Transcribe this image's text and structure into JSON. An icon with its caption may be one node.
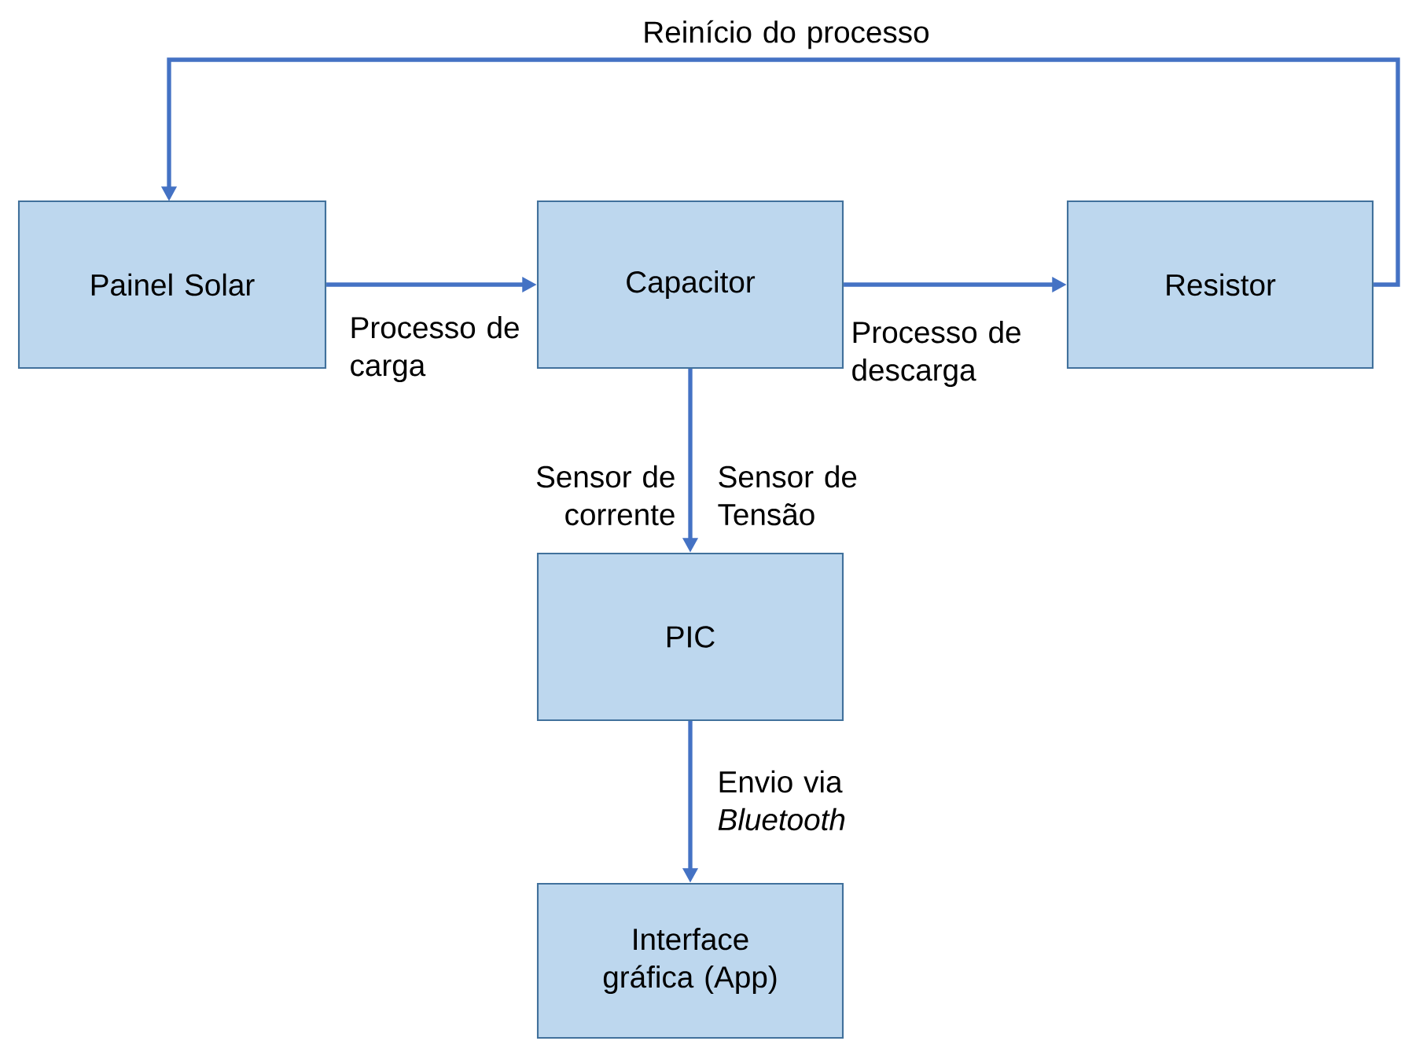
{
  "diagram": {
    "nodes": [
      {
        "text": [
          "Painel Solar"
        ]
      },
      {
        "text": [
          "Capacitor"
        ]
      },
      {
        "text": [
          "Resistor"
        ]
      },
      {
        "text": [
          "PIC"
        ]
      },
      {
        "text": [
          "Interface gráfica (App)"
        ]
      }
    ],
    "edges": [
      {
        "from": 0,
        "to": 1,
        "arrow": "to",
        "label": "Processo de carga"
      },
      {
        "from": 1,
        "to": 2,
        "arrow": "to",
        "label": "Processo de descarga"
      },
      {
        "from": 1,
        "to": 3,
        "arrow": "to",
        "label": "Sensor de corrente"
      },
      {
        "from": 3,
        "to": 4,
        "arrow": "to",
        "label": "Envio via *Bluetooth*"
      },
      {
        "from": 2,
        "to": 0,
        "arrow": "to",
        "label": "Reinício do processo"
      }
    ],
    "labels": [
      "Sensor de Tensão"
    ]
  }
}
